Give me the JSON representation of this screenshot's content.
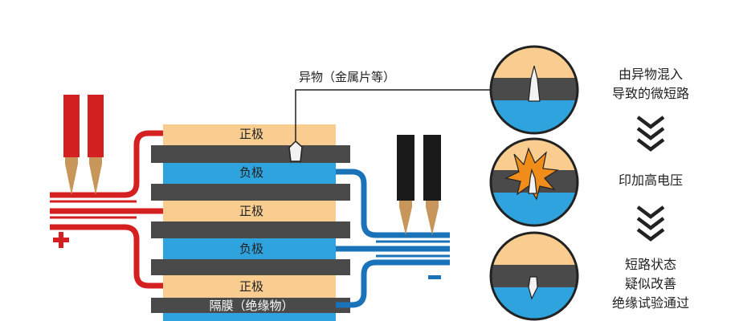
{
  "colors": {
    "positive": "#f8cd8f",
    "negative": "#2ea3dd",
    "separator": "#4a4a4a",
    "red_probe": "#d42020",
    "blue_lead": "#1a73b8",
    "black_probe": "#1a1a1a",
    "tip": "#c8965a",
    "spark": "#f08c1a"
  },
  "labels": {
    "foreign": "异物（金属片等）",
    "positive": "正极",
    "negative": "负极",
    "separator": "隔膜（绝缘物）",
    "plus": "+",
    "minus": "−"
  },
  "steps": {
    "step1": {
      "line1": "由异物混入",
      "line2": "导致的微短路"
    },
    "step2": {
      "line1": "印加高电压"
    },
    "step3": {
      "line1": "短路状态",
      "line2": "疑似改善",
      "line3": "绝缘试验通过"
    }
  },
  "icons": {
    "arrow": "double-chevron-down-icon",
    "spark": "spark-burst-icon",
    "particle": "metal-particle-icon"
  }
}
